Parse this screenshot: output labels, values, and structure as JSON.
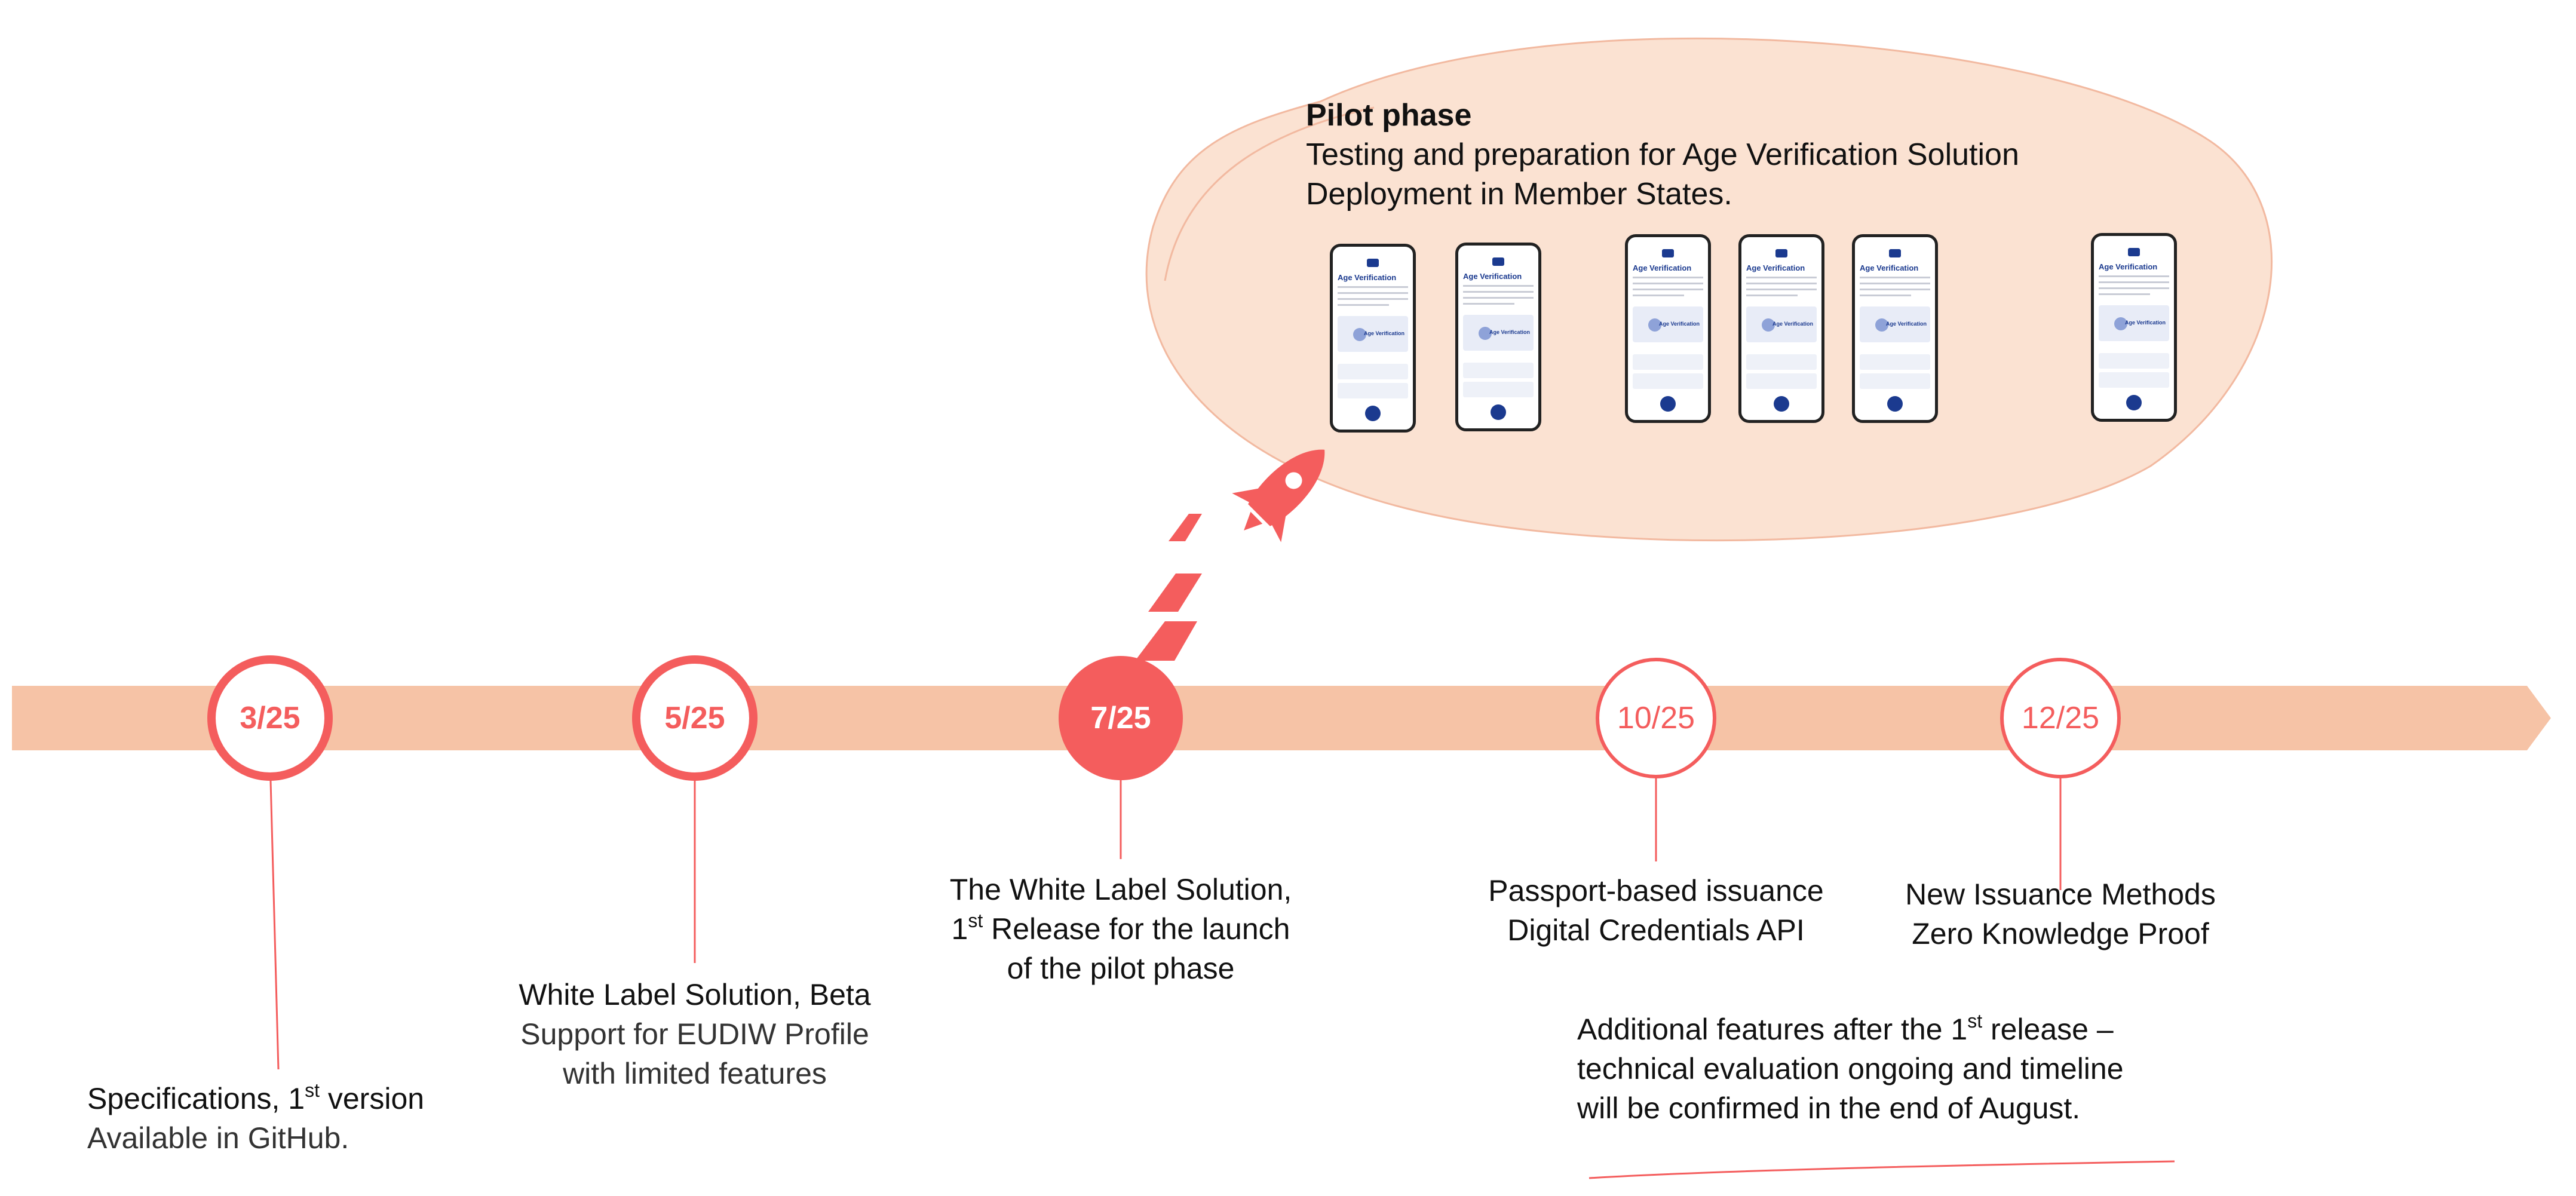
{
  "colors": {
    "band": "#f6c3a6",
    "accent": "#f45d5d",
    "bubble": "#fbe2d2",
    "bubble_stroke": "#f2b9a0"
  },
  "milestones": [
    {
      "date": "3/25",
      "label_lines": [
        {
          "pre": "Specifications, 1",
          "sup": "st",
          "post": " version"
        }
      ],
      "sub_lines": [
        "Available in GitHub."
      ]
    },
    {
      "date": "5/25",
      "label_lines": [
        {
          "pre": "White Label Solution, Beta",
          "sup": "",
          "post": ""
        }
      ],
      "sub_lines": [
        "Support for EUDIW Profile",
        "with limited features"
      ]
    },
    {
      "date": "7/25",
      "label_lines": [
        {
          "pre": "The White Label Solution,",
          "sup": "",
          "post": ""
        },
        {
          "pre": "1",
          "sup": "st",
          "post": " Release for the launch"
        },
        {
          "pre": "of the pilot phase",
          "sup": "",
          "post": ""
        }
      ],
      "sub_lines": []
    },
    {
      "date": "10/25",
      "label_lines": [
        {
          "pre": "Passport-based issuance",
          "sup": "",
          "post": ""
        },
        {
          "pre": "Digital Credentials API",
          "sup": "",
          "post": ""
        }
      ],
      "sub_lines": []
    },
    {
      "date": "12/25",
      "label_lines": [
        {
          "pre": "New Issuance Methods",
          "sup": "",
          "post": ""
        },
        {
          "pre": "Zero Knowledge Proof",
          "sup": "",
          "post": ""
        }
      ],
      "sub_lines": []
    }
  ],
  "pilot": {
    "title": "Pilot phase",
    "line1": "Testing and preparation for Age Verification Solution",
    "line2": "Deployment in Member States.",
    "phone_title": "Age Verification",
    "phone_card_label": "Age Verification",
    "phone_count": 6
  },
  "additional": {
    "line1_pre": "Additional features after the 1",
    "line1_sup": "st",
    "line1_post": " release –",
    "line2": "technical evaluation ongoing and timeline",
    "line3": "will be confirmed in the end of August."
  },
  "icons": {
    "rocket": "rocket-icon"
  }
}
